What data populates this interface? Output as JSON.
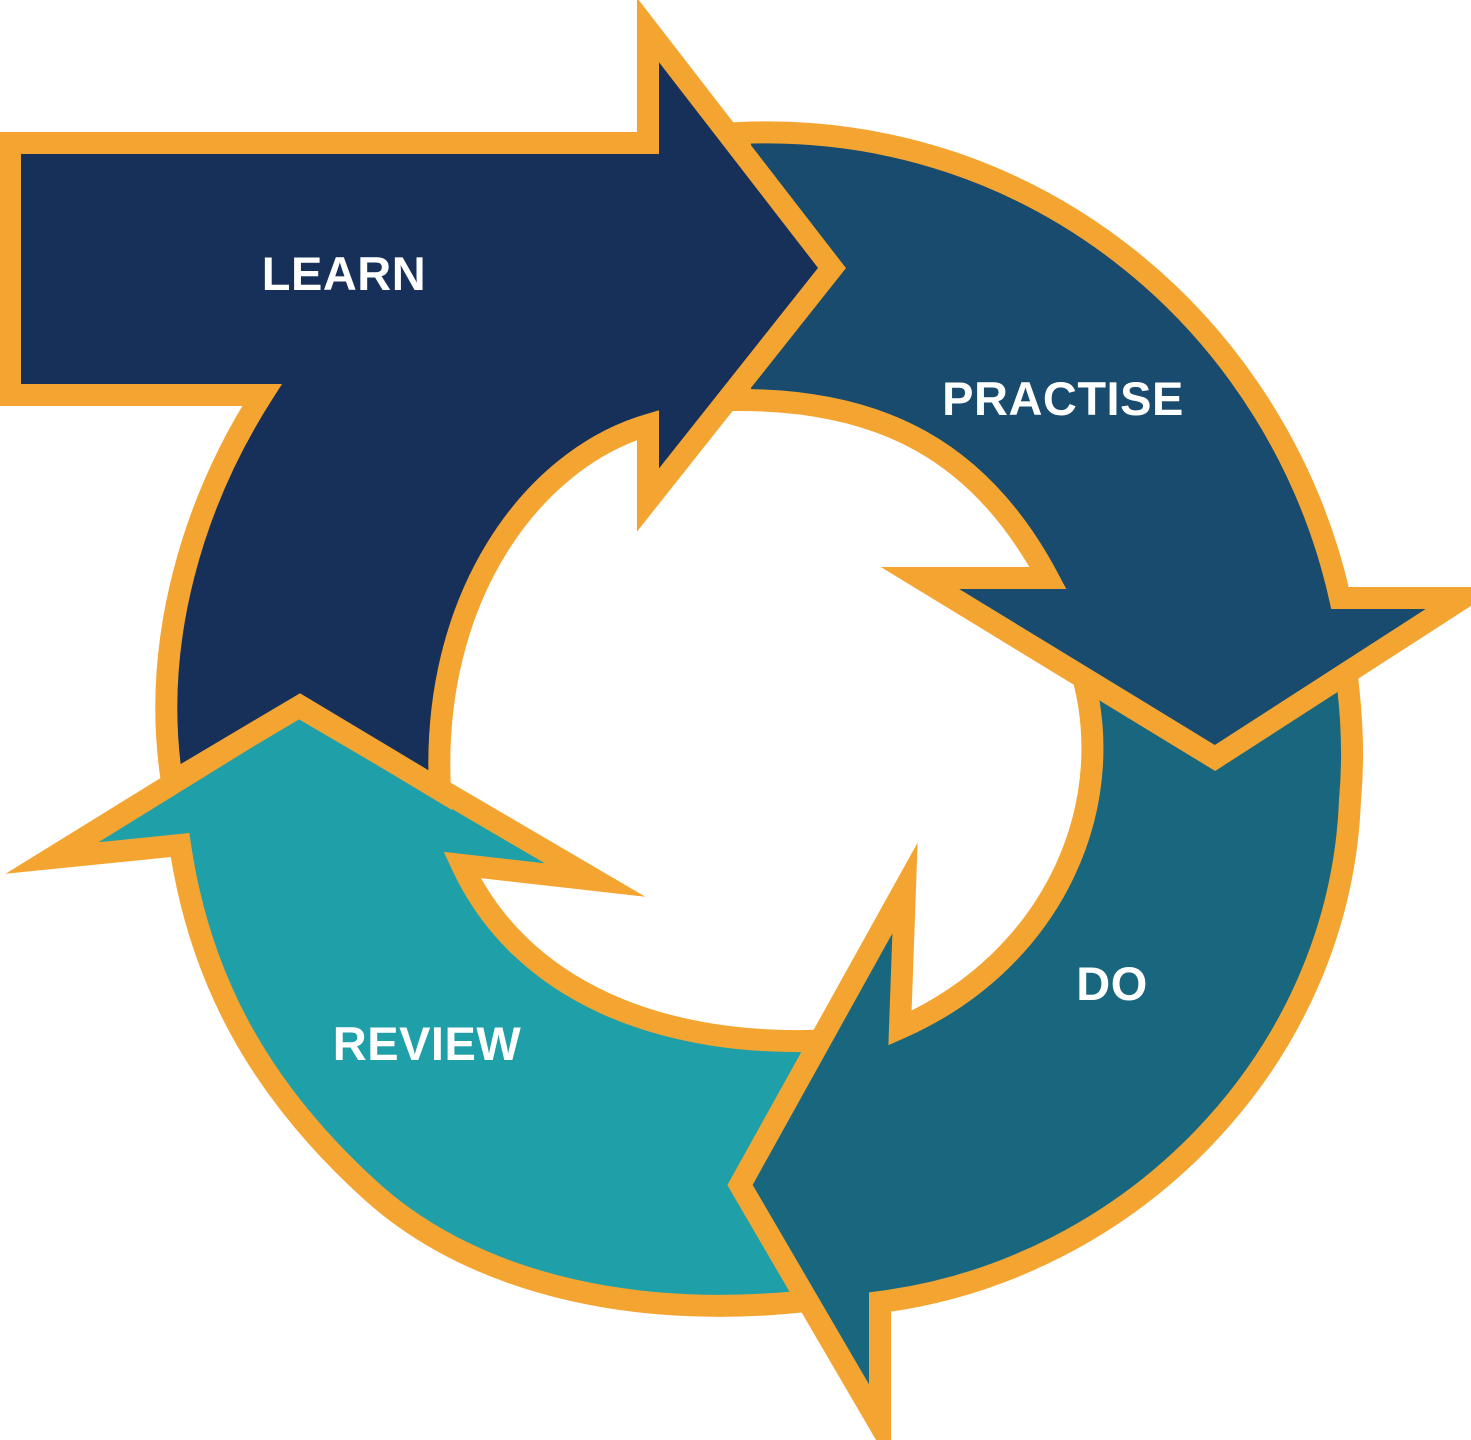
{
  "diagram": {
    "colors": {
      "outline": "#F4A531",
      "learn": "#16305A",
      "practise": "#184B6D",
      "do": "#19677F",
      "review": "#1F9FA8",
      "label_text": "#FFFFFF"
    },
    "steps": [
      {
        "key": "review",
        "label": "REVIEW"
      },
      {
        "key": "do",
        "label": "DO"
      },
      {
        "key": "practise",
        "label": "PRACTISE"
      },
      {
        "key": "learn",
        "label": "LEARN"
      }
    ]
  }
}
